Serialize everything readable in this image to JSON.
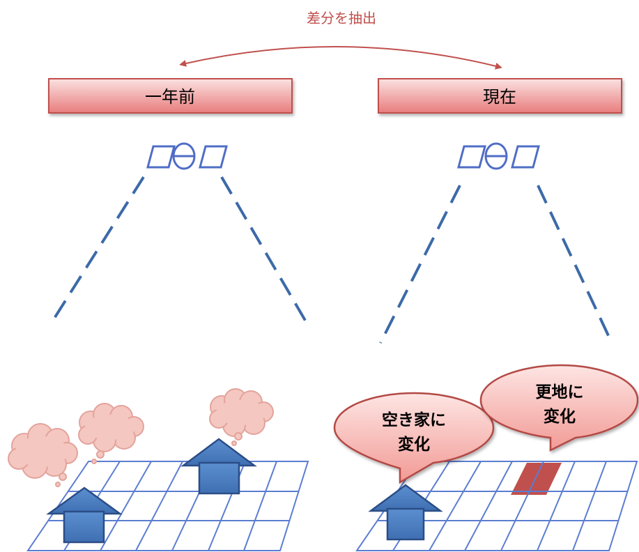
{
  "top_label": "差分を抽出",
  "left_panel": {
    "title": "一年前"
  },
  "right_panel": {
    "title": "現在",
    "callout_vacant": {
      "line1": "空き家に",
      "line2": "変化"
    },
    "callout_vacant_lot": {
      "line1": "更地に",
      "line2": "変化"
    }
  },
  "colors": {
    "title_fill_top": "#f7c9c9",
    "title_fill_bottom": "#e67a7a",
    "title_border": "#c0504d",
    "arrow": "#c0504d",
    "satellite": "#4f6dc6",
    "scan_line": "#3c6aa8",
    "grid": "#5b7dd1",
    "house": "#4a7bbf",
    "house_border": "#2b4d86",
    "smoke_fill": "#f4c7c0",
    "smoke_border": "#e3a39b",
    "callout_fill": "#f7b7b3",
    "callout_border": "#b34a44",
    "changed_cell": "#c0504d"
  }
}
